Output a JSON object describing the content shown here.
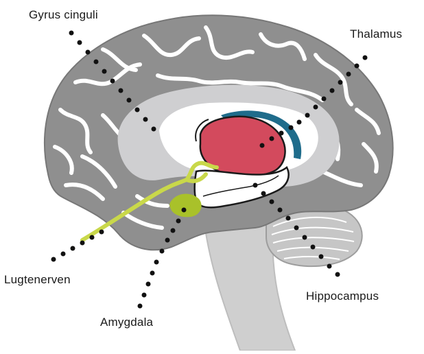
{
  "labels": {
    "gyrus_cinguli": "Gyrus cinguli",
    "thalamus": "Thalamus",
    "lugtenerven": "Lugtenerven",
    "hippocampus": "Hippocampus",
    "amygdala": "Amygdala"
  },
  "colors": {
    "cortex": "#8f8f8f",
    "sulci": "#ffffff",
    "inner_region": "#cfcfd1",
    "thalamus": "#d34a5d",
    "fornix_band": "#1f6c8b",
    "olfactory": "#c9d84a",
    "amygdala": "#a9c12a",
    "brainstem": "#cfcfcf",
    "cerebellum": "#c6c6c6",
    "pointer_dots": "#111111"
  }
}
